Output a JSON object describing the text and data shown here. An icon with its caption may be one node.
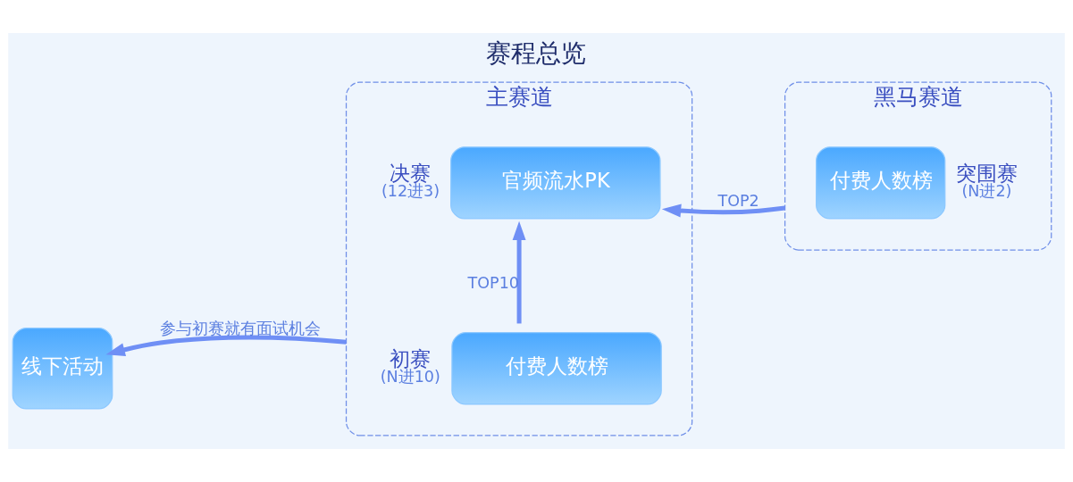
{
  "diagram": {
    "title": "赛程总览",
    "nodes": [
      {
        "text": [
          "主赛道"
        ]
      },
      {
        "text": [
          "官频流水PK"
        ],
        "in": 0,
        "beside": [
          "决赛",
          "(12进3)"
        ]
      },
      {
        "text": [
          "付费人数榜"
        ],
        "in": 0,
        "beside": [
          "初赛",
          "(N进10)"
        ]
      },
      {
        "text": [
          "黑马赛道"
        ]
      },
      {
        "text": [
          "付费人数榜"
        ],
        "in": 3,
        "beside": [
          "突围赛",
          "(N进2)"
        ]
      },
      {
        "text": [
          "线下活动"
        ]
      }
    ],
    "edges": [
      {
        "from": 2,
        "to": 1,
        "arrow": "to",
        "label": "TOP10"
      },
      {
        "from": 3,
        "to": 1,
        "arrow": "to",
        "label": "TOP2"
      },
      {
        "from": 0,
        "to": 5,
        "arrow": "to",
        "label": "参与初赛就有面试机会"
      }
    ]
  }
}
